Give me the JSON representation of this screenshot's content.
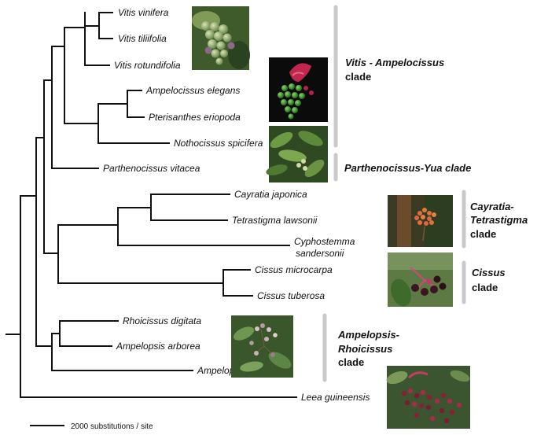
{
  "taxa": [
    {
      "id": "vitis-vinifera",
      "label": "Vitis vinifera"
    },
    {
      "id": "vitis-tiliifolia",
      "label": "Vitis tiliifolia"
    },
    {
      "id": "vitis-rotundifolia",
      "label": "Vitis rotundifolia"
    },
    {
      "id": "ampelocissus-elegans",
      "label": "Ampelocissus elegans"
    },
    {
      "id": "pterisanthes-eriopoda",
      "label": "Pterisanthes eriopoda"
    },
    {
      "id": "nothocissus-spicifera",
      "label": "Nothocissus spicifera"
    },
    {
      "id": "parthenocissus-vitacea",
      "label": "Parthenocissus vitacea"
    },
    {
      "id": "cayratia-japonica",
      "label": "Cayratia japonica"
    },
    {
      "id": "tetrastigma-lawsonii",
      "label": "Tetrastigma lawsonii"
    },
    {
      "id": "cyphostemma-sandersonii",
      "label": "Cyphostemma",
      "label2": "sandersonii"
    },
    {
      "id": "cissus-microcarpa",
      "label": "Cissus microcarpa"
    },
    {
      "id": "cissus-tuberosa",
      "label": "Cissus tuberosa"
    },
    {
      "id": "rhoicissus-digitata",
      "label": "Rhoicissus digitata"
    },
    {
      "id": "ampelopsis-arborea",
      "label": "Ampelopsis arborea"
    },
    {
      "id": "ampelopsis-cordata",
      "label": "Ampelopsis cordata"
    },
    {
      "id": "leea-guineensis",
      "label": "Leea guineensis"
    }
  ],
  "clades": {
    "vitis": {
      "line1": "Vitis - Ampelocissus",
      "line2": "clade"
    },
    "parthenocissus": {
      "line1": "Parthenocissus-Yua clade"
    },
    "cayratia": {
      "line1": "Cayratia-",
      "line2": "Tetrastigma",
      "line3": "clade"
    },
    "cissus": {
      "line1": "Cissus",
      "line2": "clade"
    },
    "ampelopsis": {
      "line1": "Ampelopsis-",
      "line2": "Rhoicissus",
      "line3": "clade"
    }
  },
  "scale_bar": {
    "label": "2000 substitutions / site"
  },
  "colors": {
    "branch": "#111111",
    "clade_bar": "#c9c9c9"
  }
}
